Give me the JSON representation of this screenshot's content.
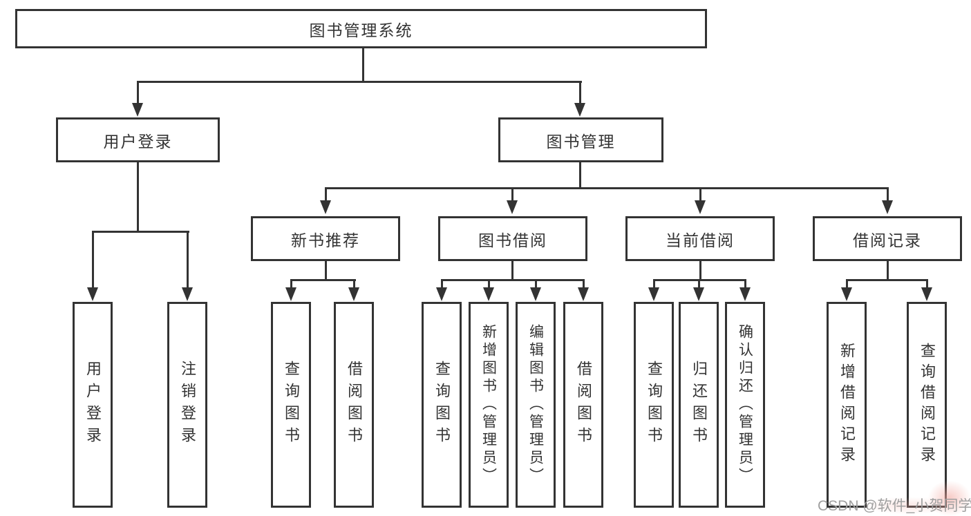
{
  "nodes": {
    "root": {
      "label": "图书管理系统"
    },
    "user_login": {
      "label": "用户登录"
    },
    "book_mgmt": {
      "label": "图书管理"
    },
    "new_book_rec": {
      "label": "新书推荐"
    },
    "book_borrow": {
      "label": "图书借阅"
    },
    "current_borrow": {
      "label": "当前借阅"
    },
    "borrow_record": {
      "label": "借阅记录"
    },
    "leaf_user_login": {
      "label": "用户登录"
    },
    "leaf_logout": {
      "label": "注销登录"
    },
    "leaf_rec_query_books": {
      "label": "查询图书"
    },
    "leaf_rec_borrow_books": {
      "label": "借阅图书"
    },
    "leaf_bb_query_books": {
      "label": "查询图书"
    },
    "leaf_bb_add_books": {
      "label": "新增图书（管理员）"
    },
    "leaf_bb_edit_books": {
      "label": "编辑图书（管理员）"
    },
    "leaf_bb_borrow_books": {
      "label": "借阅图书"
    },
    "leaf_cb_query_books": {
      "label": "查询图书"
    },
    "leaf_cb_return_books": {
      "label": "归还图书"
    },
    "leaf_cb_confirm_return": {
      "label": "确认归还（管理员）"
    },
    "leaf_br_add_record": {
      "label": "新增借阅记录"
    },
    "leaf_br_query_record": {
      "label": "查询借阅记录"
    }
  },
  "hierarchy": {
    "root": [
      "user_login",
      "book_mgmt"
    ],
    "user_login": [
      "leaf_user_login",
      "leaf_logout"
    ],
    "book_mgmt": [
      "new_book_rec",
      "book_borrow",
      "current_borrow",
      "borrow_record"
    ],
    "new_book_rec": [
      "leaf_rec_query_books",
      "leaf_rec_borrow_books"
    ],
    "book_borrow": [
      "leaf_bb_query_books",
      "leaf_bb_add_books",
      "leaf_bb_edit_books",
      "leaf_bb_borrow_books"
    ],
    "current_borrow": [
      "leaf_cb_query_books",
      "leaf_cb_return_books",
      "leaf_cb_confirm_return"
    ],
    "borrow_record": [
      "leaf_br_add_record",
      "leaf_br_query_record"
    ]
  },
  "watermark": {
    "text": "CSDN @软件_小贺同学",
    "color": "#9f9f9f",
    "accent_pink": "#f2a69e"
  },
  "colors": {
    "line": "#333333",
    "box_border": "#333333",
    "text": "#333333",
    "background": "#ffffff"
  }
}
